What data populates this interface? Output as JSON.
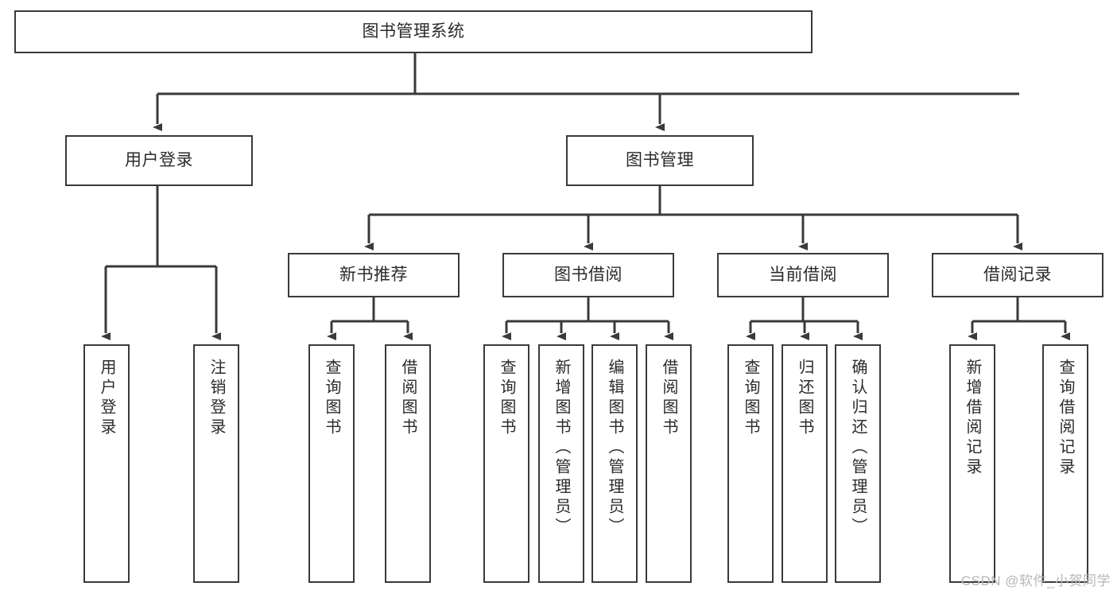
{
  "diagram": {
    "title": "图书管理系统",
    "watermark": "CSDN @软件_小贺同学",
    "colors": {
      "stroke": "#3a3a3a",
      "background": "#ffffff",
      "text": "#2b2b2b",
      "watermark": "#b7b7b7"
    },
    "root": {
      "label": "图书管理系统"
    },
    "level1": [
      {
        "label": "用户登录"
      },
      {
        "label": "图书管理"
      }
    ],
    "level2": [
      {
        "label": "新书推荐"
      },
      {
        "label": "图书借阅"
      },
      {
        "label": "当前借阅"
      },
      {
        "label": "借阅记录"
      }
    ],
    "leaves": {
      "user_login": [
        {
          "label": "用户登录"
        },
        {
          "label": "注销登录"
        }
      ],
      "new_book_recommend": [
        {
          "label": "查询图书"
        },
        {
          "label": "借阅图书"
        }
      ],
      "book_borrow": [
        {
          "label": "查询图书"
        },
        {
          "label": "新增图书（管理员）"
        },
        {
          "label": "编辑图书（管理员）"
        },
        {
          "label": "借阅图书"
        }
      ],
      "current_borrow": [
        {
          "label": "查询图书"
        },
        {
          "label": "归还图书"
        },
        {
          "label": "确认归还（管理员）"
        }
      ],
      "borrow_record": [
        {
          "label": "新增借阅记录"
        },
        {
          "label": "查询借阅记录"
        }
      ]
    }
  }
}
